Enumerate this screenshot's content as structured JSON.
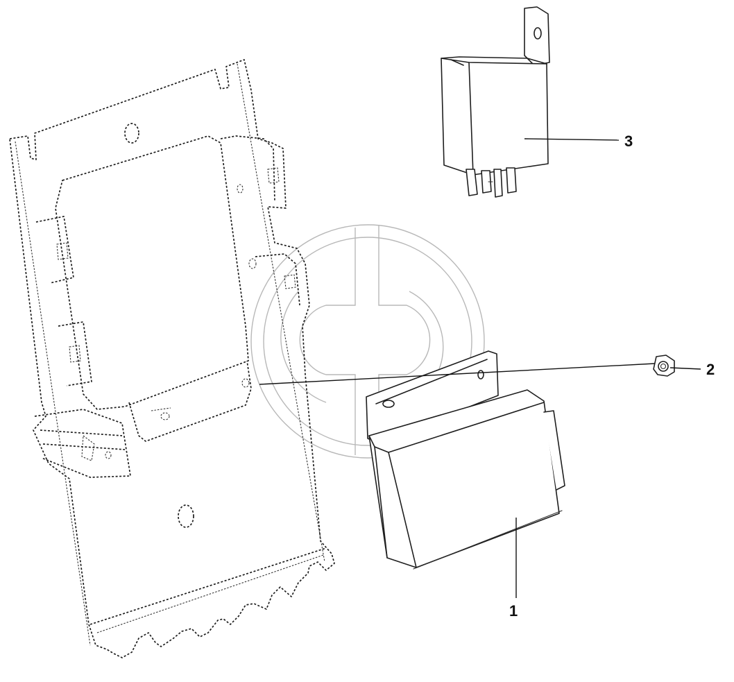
{
  "callouts": {
    "part_1": "1",
    "part_2": "2",
    "part_3": "3"
  },
  "parts": [
    {
      "callout": "1",
      "component": "control-module"
    },
    {
      "callout": "2",
      "component": "nut"
    },
    {
      "callout": "3",
      "component": "relay"
    }
  ],
  "colors": {
    "line": "#1e1e1e",
    "watermark": "#b8b8b8",
    "background": "#ffffff"
  },
  "watermark": {
    "icon": "gd-logo-watermark"
  }
}
